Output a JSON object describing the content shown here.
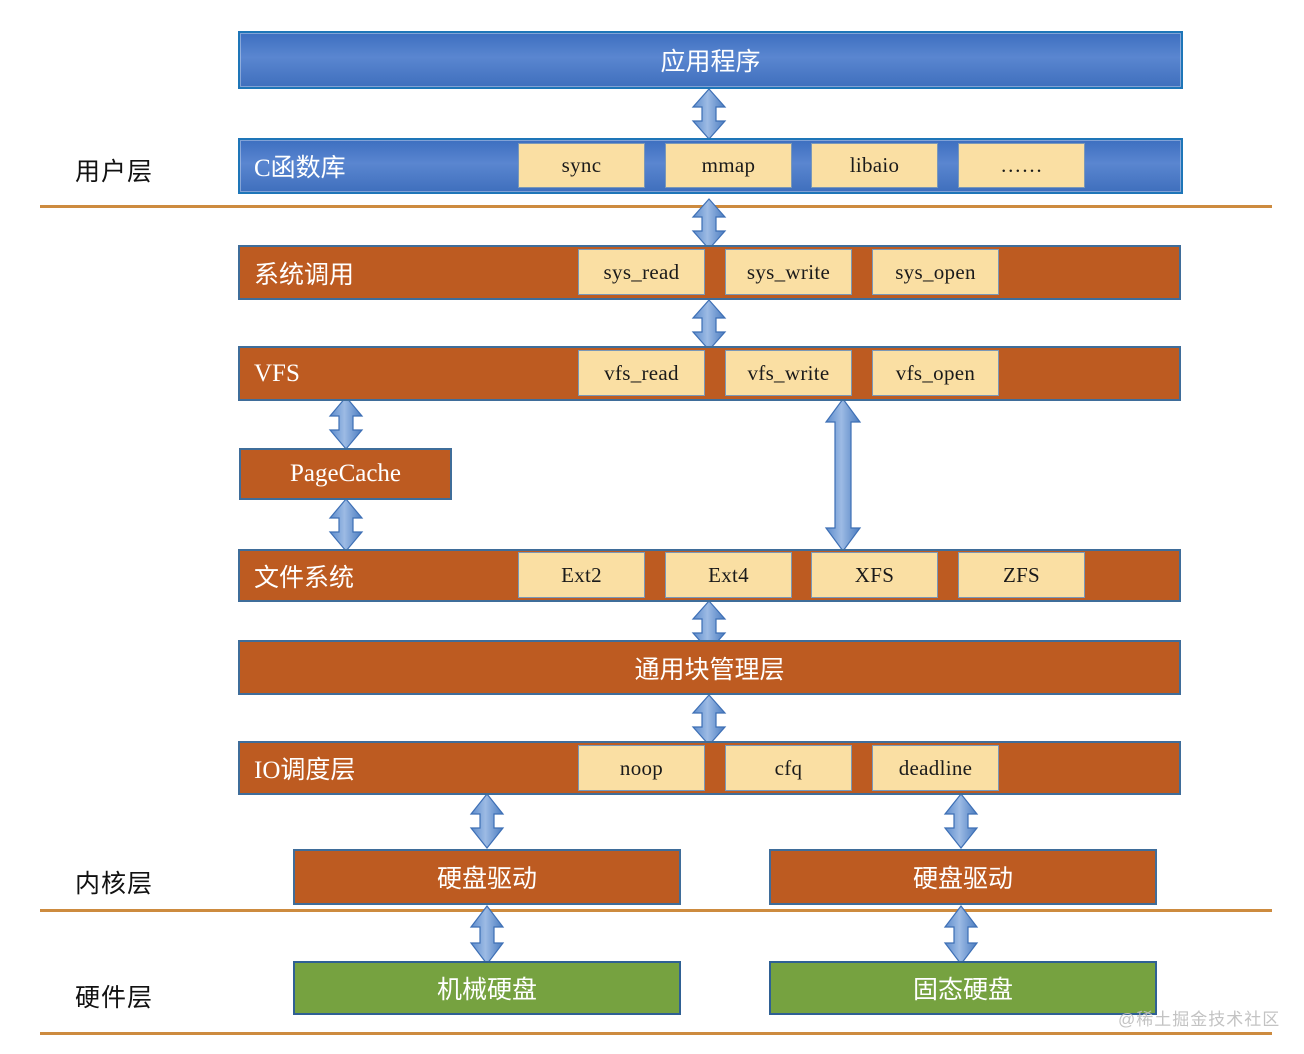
{
  "diagram": {
    "title": "Linux IO stack layered diagram",
    "colors": {
      "user_layer_bar": "#4472C4",
      "kernel_layer_bar": "#BD5B21",
      "hardware_layer_bar": "#76A240",
      "chip": "#FADFA3",
      "divider": "#CD8B3F",
      "arrow": "#6E9BD4"
    },
    "layer_captions": [
      {
        "id": "user",
        "label": "用户层"
      },
      {
        "id": "kernel",
        "label": "内核层"
      },
      {
        "id": "hardware",
        "label": "硬件层"
      }
    ],
    "bars": [
      {
        "id": "application",
        "label": "应用程序",
        "color": "blue",
        "label_align": "center"
      },
      {
        "id": "c-library",
        "label": "C函数库",
        "color": "blue",
        "label_align": "left"
      },
      {
        "id": "syscall",
        "label": "系统调用",
        "color": "orange",
        "label_align": "left"
      },
      {
        "id": "vfs",
        "label": "VFS",
        "color": "orange",
        "label_align": "left"
      },
      {
        "id": "pagecache",
        "label": "PageCache",
        "color": "orange",
        "label_align": "center"
      },
      {
        "id": "filesystem",
        "label": "文件系统",
        "color": "orange",
        "label_align": "left"
      },
      {
        "id": "block-layer",
        "label": "通用块管理层",
        "color": "orange",
        "label_align": "center"
      },
      {
        "id": "io-scheduler",
        "label": "IO调度层",
        "color": "orange",
        "label_align": "left"
      },
      {
        "id": "disk-driver-left",
        "label": "硬盘驱动",
        "color": "orange",
        "label_align": "center"
      },
      {
        "id": "disk-driver-right",
        "label": "硬盘驱动",
        "color": "orange",
        "label_align": "center"
      },
      {
        "id": "hdd",
        "label": "机械硬盘",
        "color": "green",
        "label_align": "center"
      },
      {
        "id": "ssd",
        "label": "固态硬盘",
        "color": "green",
        "label_align": "center"
      }
    ],
    "chips": {
      "c_library": [
        "sync",
        "mmap",
        "libaio",
        "……"
      ],
      "syscall": [
        "sys_read",
        "sys_write",
        "sys_open"
      ],
      "vfs": [
        "vfs_read",
        "vfs_write",
        "vfs_open"
      ],
      "filesystem": [
        "Ext2",
        "Ext4",
        "XFS",
        "ZFS"
      ],
      "io_scheduler": [
        "noop",
        "cfq",
        "deadline"
      ]
    },
    "watermark": "@稀土掘金技术社区"
  }
}
